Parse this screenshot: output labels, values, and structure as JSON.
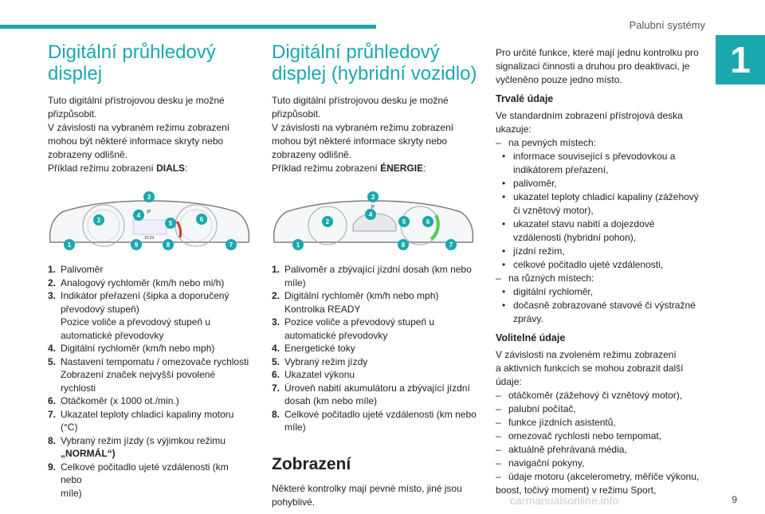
{
  "header": {
    "title": "Palubní systémy",
    "chapter": "1"
  },
  "col1": {
    "title_line1": "Digitální průhledový",
    "title_line2": "displej",
    "intro": [
      "Tuto digitální přístrojovou desku je možné",
      "přizpůsobit.",
      "V závislosti na vybraném režimu zobrazení",
      "mohou být některé informace skryty nebo",
      "zobrazeny odlišně."
    ],
    "example_prefix": "Příklad režimu zobrazení ",
    "example_bold": "DIALS",
    "example_suffix": ":",
    "callouts": [
      "1",
      "2",
      "3",
      "4",
      "5",
      "6",
      "7",
      "8",
      "9"
    ],
    "cluster_text": {
      "p": "P",
      "time": "10:24"
    },
    "items": [
      {
        "n": "1.",
        "t": "Palivoměr"
      },
      {
        "n": "2.",
        "t": "Analogový rychloměr (km/h nebo mi/h)"
      },
      {
        "n": "3.",
        "t": "Indikátor přeřazení (šipka a doporučený",
        "t2": "převodový stupeň)",
        "t3": "Pozice voliče a převodový stupeň u",
        "t4": "automatické převodovky"
      },
      {
        "n": "4.",
        "t": "Digitální rychloměr (km/h nebo mph)"
      },
      {
        "n": "5.",
        "t": "Nastavení tempomatu / omezovače rychlosti",
        "t2": "Zobrazení značek nejvyšší povolené rychlosti"
      },
      {
        "n": "6.",
        "t": "Otáčkoměr (x 1000 ot./min.)"
      },
      {
        "n": "7.",
        "t": "Ukazatel teploty chladicí kapaliny motoru (°C)"
      },
      {
        "n": "8.",
        "t": "Vybraný režim jízdy (s výjimkou režimu",
        "t2b": "„NORMÁL“)"
      },
      {
        "n": "9.",
        "t": "Celkové počitadlo ujeté vzdálenosti (km nebo",
        "t2": "míle)"
      }
    ]
  },
  "col2": {
    "title_line1": "Digitální průhledový",
    "title_line2": "displej (hybridní vozidlo)",
    "intro": [
      "Tuto digitální přístrojovou desku je možné",
      "přizpůsobit.",
      "V závislosti na vybraném režimu zobrazení",
      "mohou být některé informace skryty nebo",
      "zobrazeny odlišně."
    ],
    "example_prefix": "Příklad režimu zobrazení ",
    "example_bold": "ÉNERGIE",
    "example_suffix": ":",
    "callouts": [
      "1",
      "2",
      "3",
      "4",
      "5",
      "6",
      "7",
      "8"
    ],
    "cluster_text": {
      "p": "P"
    },
    "items": [
      {
        "n": "1.",
        "t": "Palivoměr a zbývající jízdní dosah (km nebo",
        "t2": "míle)"
      },
      {
        "n": "2.",
        "t": "Digitální rychloměr (km/h nebo mph)",
        "t2": "Kontrolka READY"
      },
      {
        "n": "3.",
        "t": "Pozice voliče a převodový stupeň u",
        "t2": "automatické převodovky"
      },
      {
        "n": "4.",
        "t": "Energetické toky"
      },
      {
        "n": "5.",
        "t": "Vybraný režim jízdy"
      },
      {
        "n": "6.",
        "t": "Ukazatel výkonu"
      },
      {
        "n": "7.",
        "t": "Úroveň nabití akumulátoru a zbývající jízdní",
        "t2": "dosah (km nebo míle)"
      },
      {
        "n": "8.",
        "t": "Celkové počitadlo ujeté vzdálenosti (km nebo",
        "t2": "míle)"
      }
    ],
    "section_title": "Zobrazení",
    "section_text": [
      "Některé kontrolky mají pevné místo, jiné jsou",
      "pohyblivé."
    ]
  },
  "col3": {
    "intro": [
      "Pro určité funkce, které mají jednu kontrolku pro",
      "signalizaci činnosti a druhou pro deaktivaci, je",
      "vyčleněno pouze jedno místo."
    ],
    "fixed_title": "Trvalé údaje",
    "fixed_intro": [
      "Ve standardním zobrazení přístrojová deska",
      "ukazuje:"
    ],
    "fixed_a": "na pevných místech:",
    "fixed_a_items": [
      [
        "informace související s převodovkou a",
        "indikátorem přeřazení,"
      ],
      [
        "palivoměr,"
      ],
      [
        "ukazatel teploty chladicí kapaliny (zážehový",
        "či vznětový motor),"
      ],
      [
        "ukazatel stavu nabití a dojezdové",
        "vzdálenosti (hybridní pohon),"
      ],
      [
        "jízdní režim,"
      ],
      [
        "celkové počitadlo ujeté vzdálenosti,"
      ]
    ],
    "fixed_b": "na různých místech:",
    "fixed_b_items": [
      [
        "digitální rychloměr,"
      ],
      [
        "dočasně zobrazované stavové či výstražné",
        "zprávy."
      ]
    ],
    "optional_title": "Volitelné údaje",
    "optional_intro": [
      "V závislosti na zvoleném režimu zobrazení",
      "a aktivních funkcích se mohou zobrazit další",
      "údaje:"
    ],
    "optional_items": [
      "otáčkoměr (zážehový či vznětový motor),",
      "palubní počítač,",
      "funkce jízdních asistentů,",
      "omezovač rychlosti nebo tempomat,",
      "aktuálně přehrávaná média,",
      "navigační pokyny,"
    ],
    "optional_last": [
      "údaje motoru (akcelerometry, měřiče výkonu,",
      "boost, točivý moment) v režimu Sport,"
    ]
  },
  "footer": {
    "page": "9",
    "watermark": "carmanualsonline.info"
  },
  "colors": {
    "accent": "#1aa8ad",
    "callout": "#1aa8ad"
  }
}
